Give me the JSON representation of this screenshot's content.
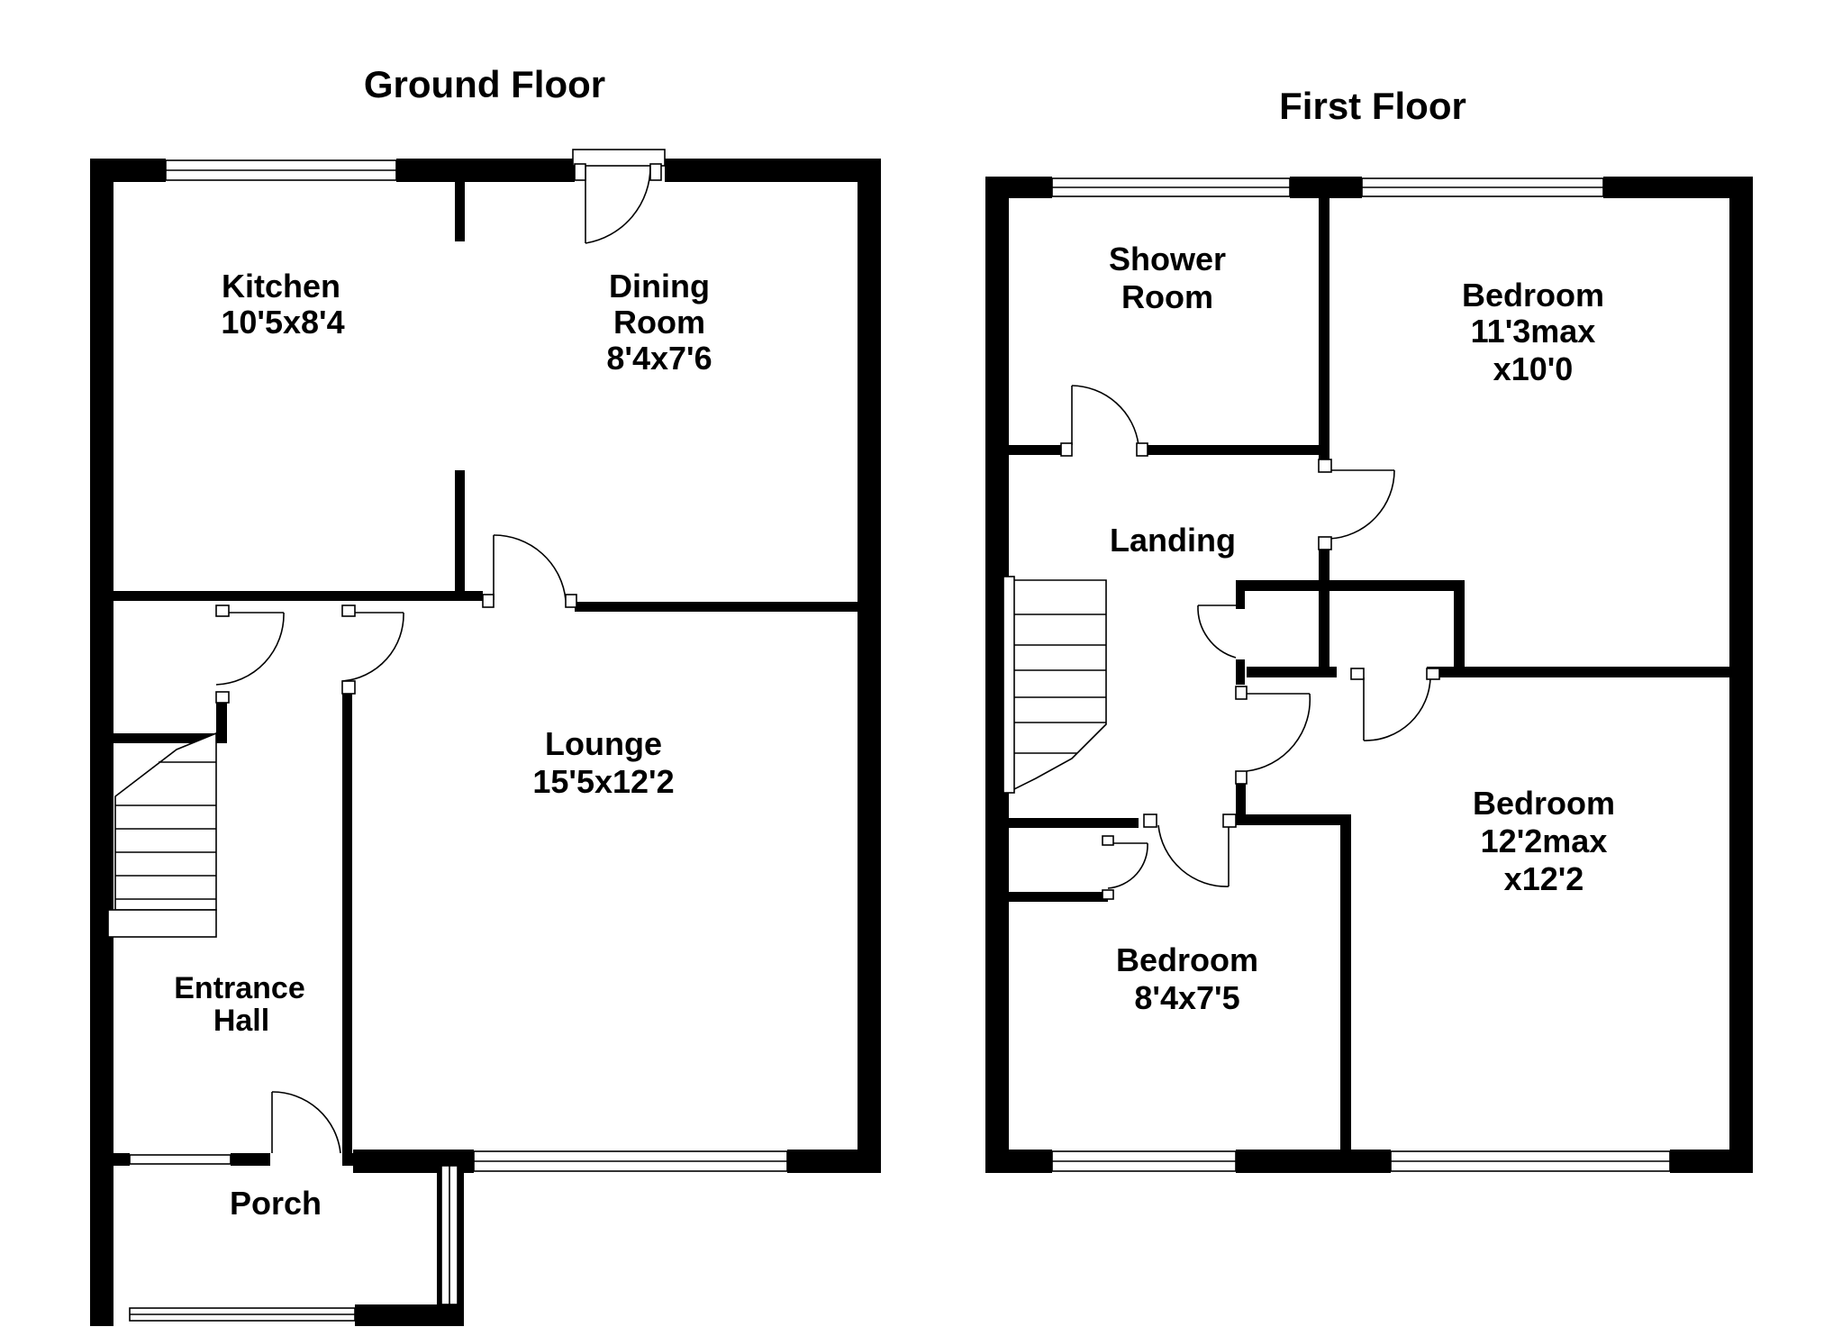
{
  "ground_floor": {
    "title": "Ground Floor",
    "rooms": [
      {
        "name": "Kitchen",
        "size": "10'5x8'4"
      },
      {
        "name_line1": "Dining",
        "name_line2": "Room",
        "size": "8'4x7'6"
      },
      {
        "name": "Lounge",
        "size": "15'5x12'2"
      },
      {
        "name_line1": "Entrance",
        "name_line2": "Hall"
      },
      {
        "name": "Porch"
      }
    ]
  },
  "first_floor": {
    "title": "First Floor",
    "rooms": [
      {
        "name_line1": "Shower",
        "name_line2": "Room"
      },
      {
        "name": "Bedroom",
        "size_line1": "11'3max",
        "size_line2": "x10'0"
      },
      {
        "name": "Landing"
      },
      {
        "name": "Bedroom",
        "size_line1": "12'2max",
        "size_line2": "x12'2"
      },
      {
        "name": "Bedroom",
        "size": "8'4x7'5"
      }
    ]
  },
  "colors": {
    "walls": "#000000",
    "background": "#ffffff"
  }
}
